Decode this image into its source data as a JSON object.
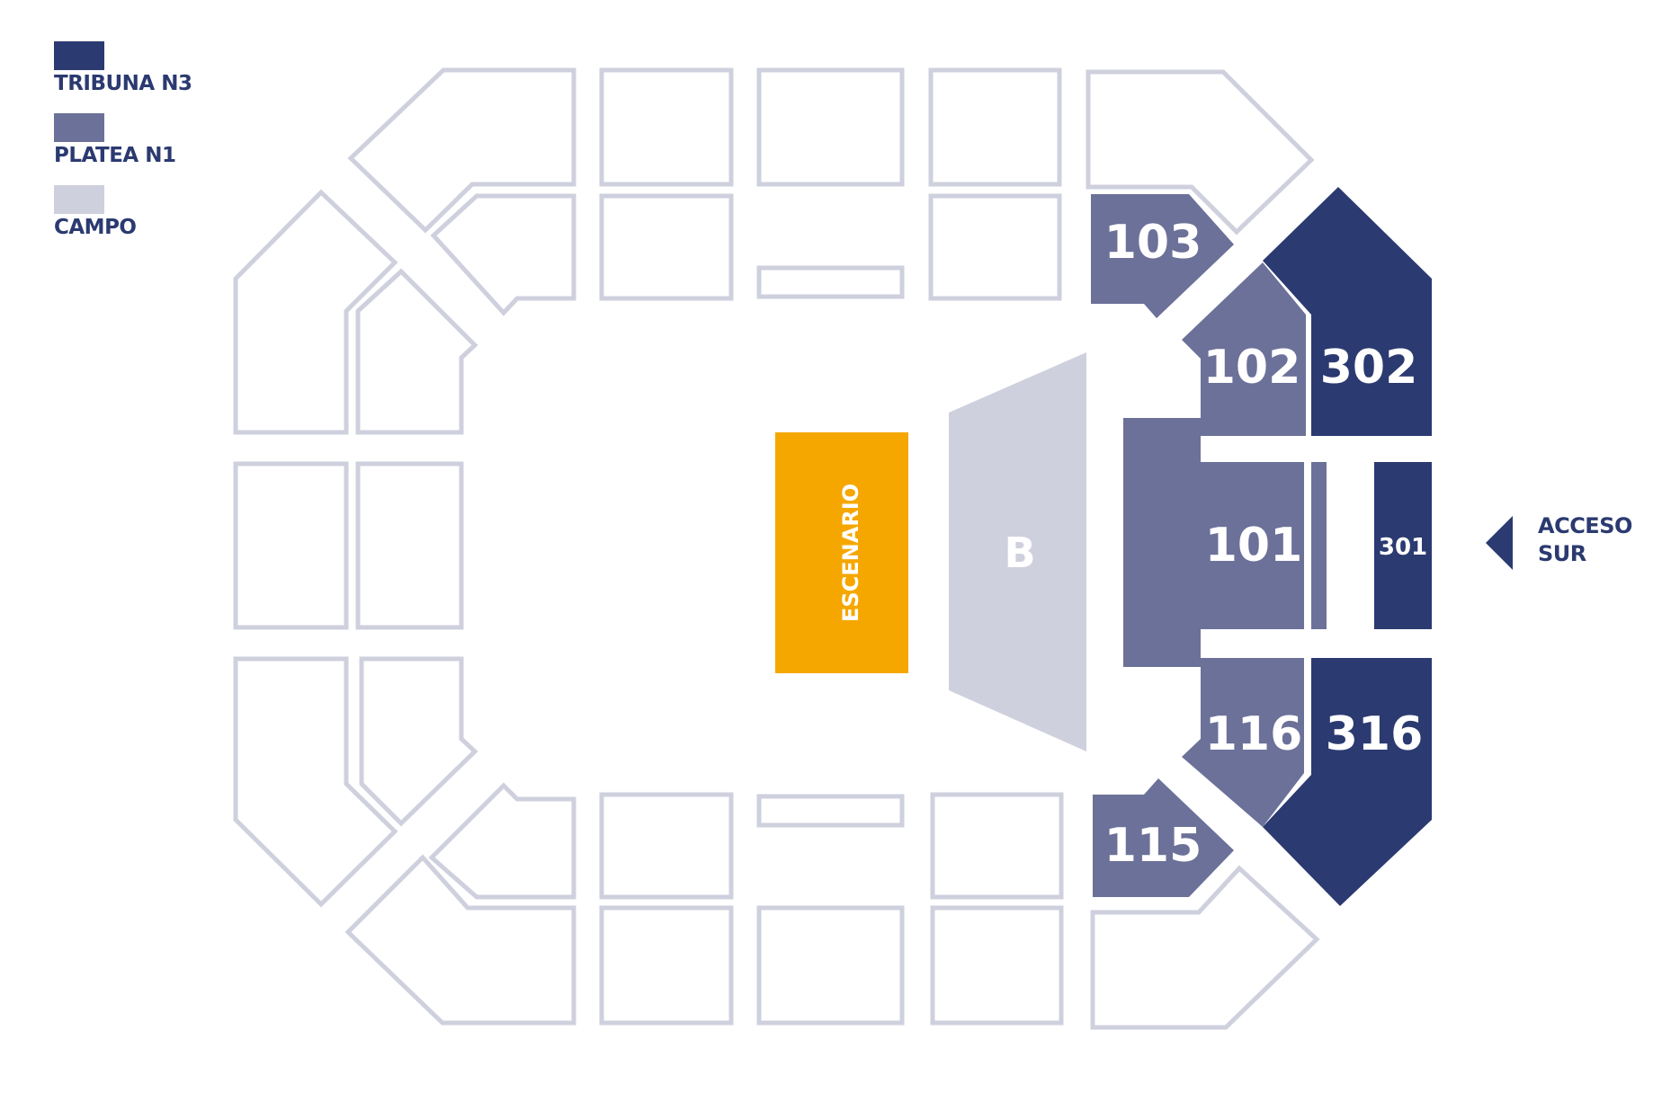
{
  "legend": {
    "tribuna": {
      "label": "TRIBUNA N3",
      "color": "#2b3a70"
    },
    "platea": {
      "label": "PLATEA N1",
      "color": "#6c7199"
    },
    "campo": {
      "label": "CAMPO",
      "color": "#cfd0de"
    }
  },
  "stage": {
    "label": "ESCENARIO",
    "color": "#f5a700"
  },
  "field": {
    "label": "B"
  },
  "sections": {
    "s103": "103",
    "s102": "102",
    "s302": "302",
    "s101": "101",
    "s301": "301",
    "s116": "116",
    "s316": "316",
    "s115": "115"
  },
  "access": {
    "line1": "ACCESO",
    "line2": "SUR"
  },
  "colors": {
    "outline": "#cfd0de",
    "text_on_dark": "#ffffff"
  }
}
